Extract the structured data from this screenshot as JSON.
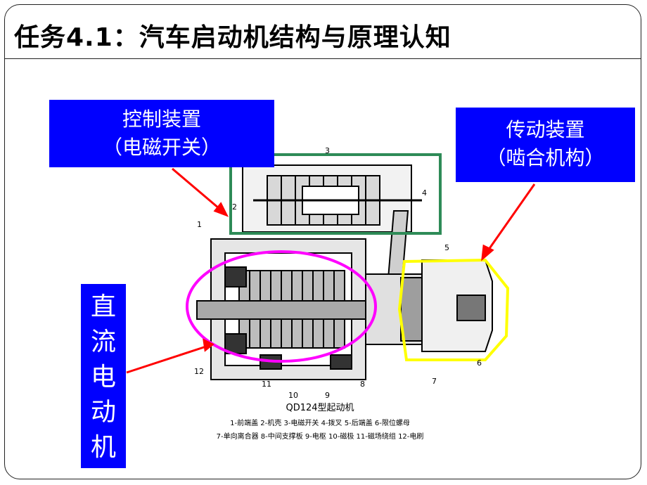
{
  "slide": {
    "title": "任务4.1：汽车启动机结构与原理认知"
  },
  "labels": {
    "control": {
      "line1": "控制装置",
      "line2": "（电磁开关）"
    },
    "drive": {
      "line1": "传动装置",
      "line2": "（啮合机构）"
    },
    "motor": {
      "chars": [
        "直",
        "流",
        "电",
        "动",
        "机"
      ]
    }
  },
  "diagram": {
    "caption": "QD124型起动机",
    "legend_line1": "1-前端盖  2-机壳  3-电磁开关  4-拨叉  5-后端盖  6-限位螺母",
    "legend_line2": "7-单向离合器  8-中间支撑板  9-电枢  10-磁极  11-磁场绕组  12-电刷",
    "part_numbers": [
      "1",
      "2",
      "3",
      "4",
      "5",
      "6",
      "7",
      "8",
      "9",
      "10",
      "11",
      "12"
    ]
  },
  "colors": {
    "label_bg": "#0000ff",
    "arrow": "#ff0000",
    "control_frame": "#2e8b57",
    "motor_ellipse": "#ff00ff",
    "drive_outline": "#ffff00"
  }
}
